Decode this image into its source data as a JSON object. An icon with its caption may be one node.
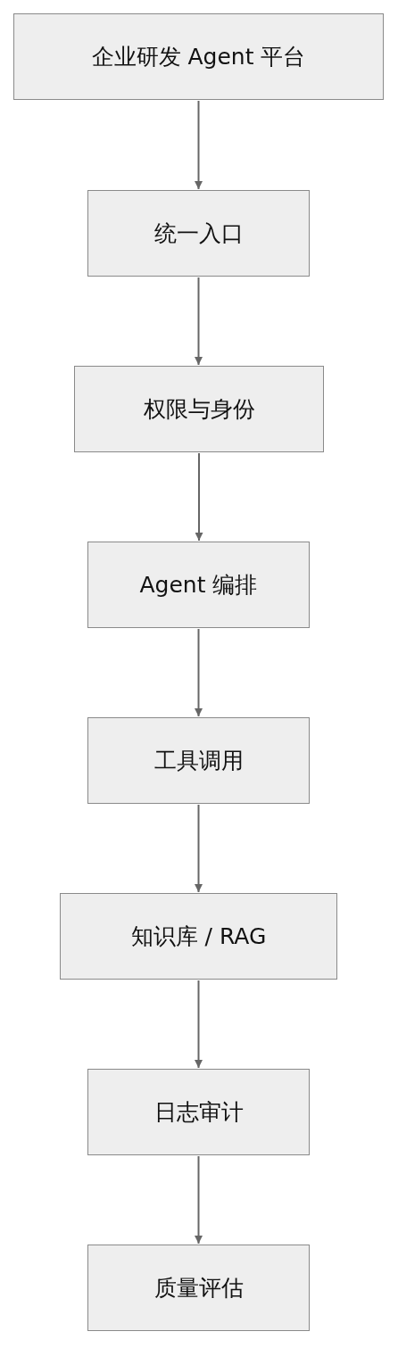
{
  "diagram": {
    "nodes": [
      {
        "text": [
          "企业研发 Agent 平台"
        ]
      },
      {
        "text": [
          "统一入口"
        ]
      },
      {
        "text": [
          "权限与身份"
        ]
      },
      {
        "text": [
          "Agent 编排"
        ]
      },
      {
        "text": [
          "工具调用"
        ]
      },
      {
        "text": [
          "知识库 / RAG"
        ]
      },
      {
        "text": [
          "日志审计"
        ]
      },
      {
        "text": [
          "质量评估"
        ]
      }
    ],
    "edges": [
      {
        "from": 0,
        "to": 1,
        "arrow": "to"
      },
      {
        "from": 1,
        "to": 2,
        "arrow": "to"
      },
      {
        "from": 2,
        "to": 3,
        "arrow": "to"
      },
      {
        "from": 3,
        "to": 4,
        "arrow": "to"
      },
      {
        "from": 4,
        "to": 5,
        "arrow": "to"
      },
      {
        "from": 5,
        "to": 6,
        "arrow": "to"
      },
      {
        "from": 6,
        "to": 7,
        "arrow": "to"
      }
    ]
  }
}
